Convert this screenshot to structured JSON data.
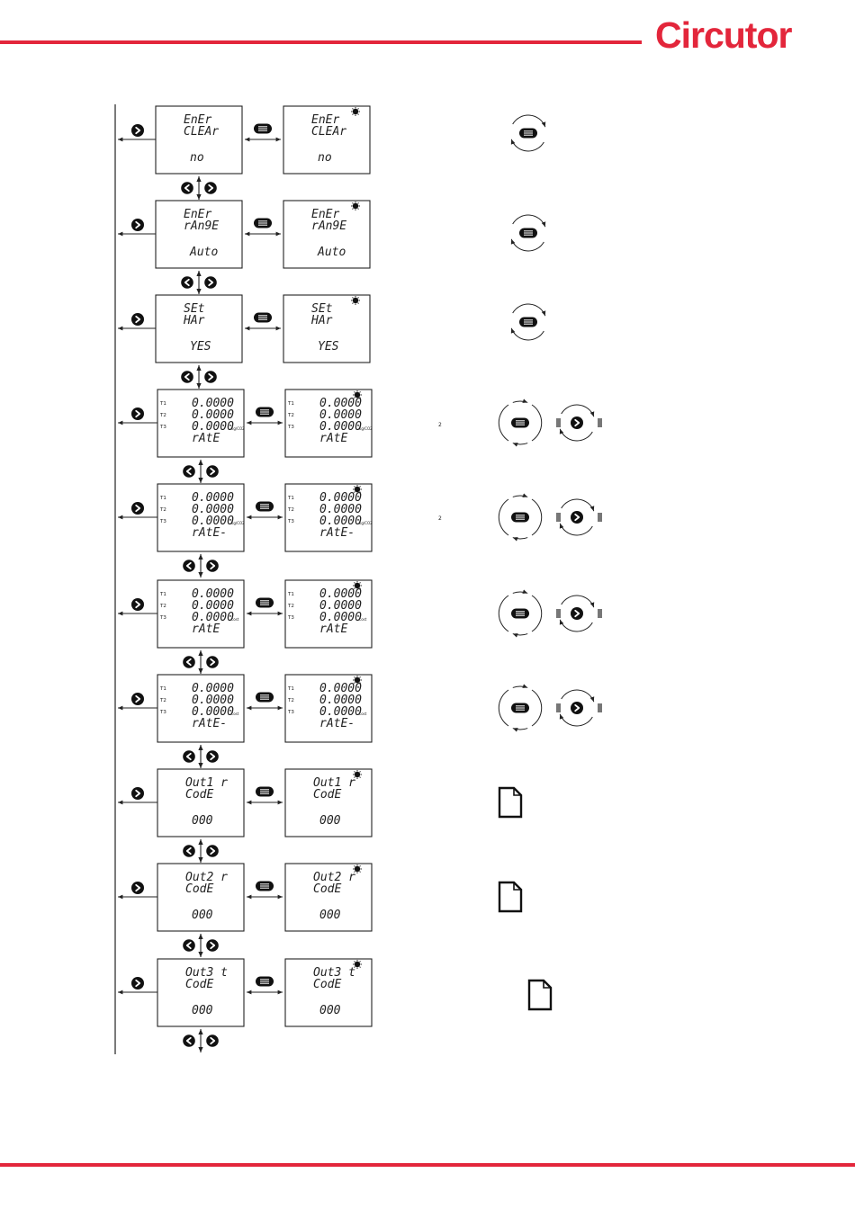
{
  "brand": {
    "logo_text": "Circutor",
    "color": "#e3263b"
  },
  "rows": [
    {
      "kind": "text",
      "lines": [
        "EnEr",
        "CLEAr",
        "",
        "no"
      ],
      "blink": true,
      "cycle": "menu"
    },
    {
      "kind": "text",
      "lines": [
        "EnEr",
        "rAn9E",
        "",
        "Auto"
      ],
      "blink": true,
      "cycle": "menu"
    },
    {
      "kind": "text",
      "lines": [
        "SEt",
        "HAr",
        "",
        "YES"
      ],
      "blink": true,
      "cycle": "menu"
    },
    {
      "kind": "rate",
      "values": [
        "0.0000",
        "0.0000",
        "0.0000"
      ],
      "bottom": "rAtE",
      "unit": "kg/CO2",
      "note": "2",
      "cycle": "dual"
    },
    {
      "kind": "rate",
      "values": [
        "0.0000",
        "0.0000",
        "0.0000"
      ],
      "bottom": "rAtE-",
      "unit": "kg/CO2",
      "note": "2",
      "cycle": "dual"
    },
    {
      "kind": "rate",
      "values": [
        "0.0000",
        "0.0000",
        "0.0000"
      ],
      "bottom": "rAtE",
      "unit": "cost",
      "note": "",
      "cycle": "dual"
    },
    {
      "kind": "rate",
      "values": [
        "0.0000",
        "0.0000",
        "0.0000"
      ],
      "bottom": "rAtE-",
      "unit": "cost",
      "note": "",
      "cycle": "dual"
    },
    {
      "kind": "text",
      "lines": [
        "Out1 r",
        "CodE",
        "",
        "000"
      ],
      "blink": true,
      "cycle": "doc"
    },
    {
      "kind": "text",
      "lines": [
        "Out2 r",
        "CodE",
        "",
        "000"
      ],
      "blink": true,
      "cycle": "doc"
    },
    {
      "kind": "text",
      "lines": [
        "Out3 t",
        "CodE",
        "",
        "000"
      ],
      "blink": true,
      "cycle": "doc"
    }
  ],
  "tariff_labels": [
    "T1",
    "T2",
    "T3"
  ],
  "icons": {
    "menu": "menu-button-icon",
    "next": "next-button-icon",
    "prev": "prev-button-icon",
    "document": "document-icon",
    "blink": "blink-indicator-icon"
  }
}
